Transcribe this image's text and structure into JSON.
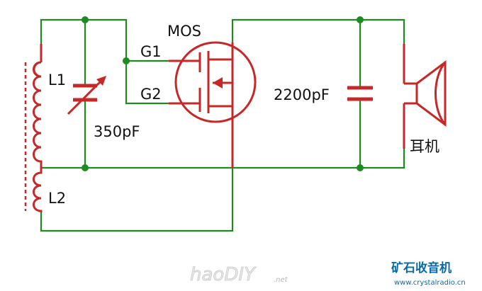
{
  "labels": {
    "mos": "MOS",
    "g1": "G1",
    "g2": "G2",
    "l1": "L1",
    "l2": "L2",
    "cap_variable": "350pF",
    "cap_fixed": "2200pF",
    "earphone": "耳机"
  },
  "watermark": {
    "haodiy": "haoDIY",
    "net": ".net"
  },
  "brand": {
    "name": "矿石收音机",
    "url": "www.crystalradio.cn"
  },
  "colors": {
    "wire": "#1f8a1f",
    "component": "#c62828",
    "brand": "#0a6aa8"
  }
}
